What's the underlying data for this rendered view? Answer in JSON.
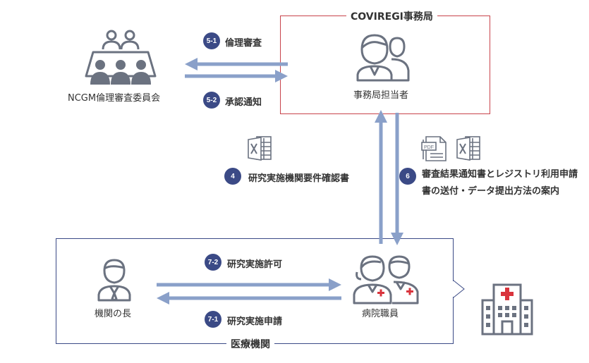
{
  "coviregi": {
    "title": "COVIREGI事務局",
    "staff_label": "事務局担当者"
  },
  "committee": {
    "label": "NCGM倫理審査委員会"
  },
  "institution": {
    "title": "医療機関",
    "head_label": "機関の長",
    "staff_label": "病院職員"
  },
  "steps": {
    "s51": {
      "num": "5-1",
      "label": "倫理審査"
    },
    "s52": {
      "num": "5-2",
      "label": "承認通知"
    },
    "s4": {
      "num": "4",
      "label": "研究実施機関要件確認書"
    },
    "s6": {
      "num": "6",
      "label": "審査結果通知書とレジストリ利用申請書の送付・データ提出方法の案内"
    },
    "s72": {
      "num": "7-2",
      "label": "研究実施許可"
    },
    "s71": {
      "num": "7-1",
      "label": "研究実施申請"
    }
  },
  "icons": {
    "committee": "meeting-table-icon",
    "coviregi_staff": "office-staff-icon",
    "excel_doc_1": "excel-document-icon",
    "pdf_doc": "pdf-document-icon",
    "excel_doc_2": "excel-document-icon",
    "institution_head": "businessman-icon",
    "hospital_staff": "medical-staff-icon",
    "hospital": "hospital-building-icon"
  },
  "colors": {
    "arrow": "#8aa0c9",
    "badge": "#3b4a86",
    "coviregi_border": "#c8434b",
    "institution_border": "#3b4a86",
    "icon": "#6b7280",
    "cross": "#d9343d"
  }
}
